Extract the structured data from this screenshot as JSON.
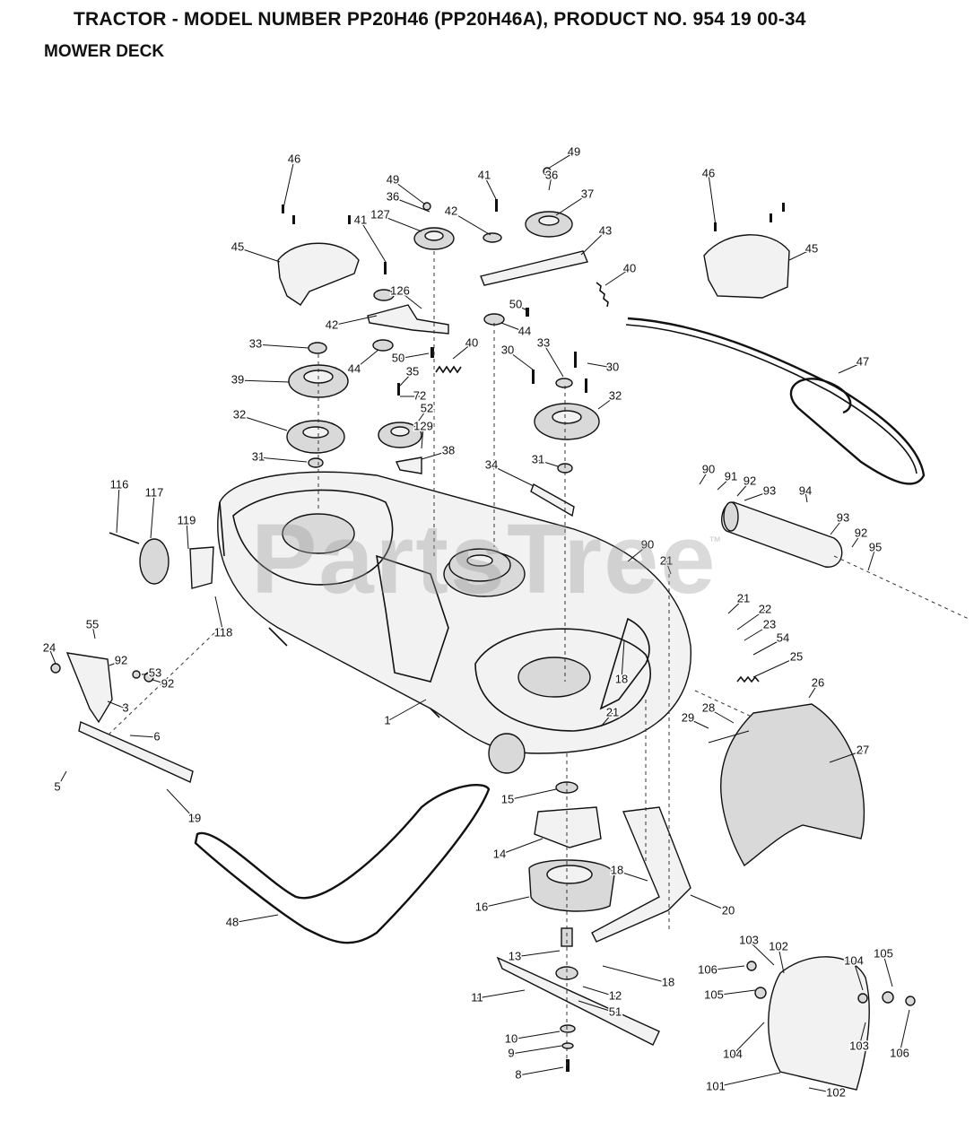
{
  "header": {
    "title": "TRACTOR - MODEL NUMBER PP20H46 (PP20H46A), PRODUCT NO. 954 19 00-34",
    "subtitle": "MOWER DECK"
  },
  "watermark": {
    "text": "PartsTree",
    "trademark": "™"
  },
  "callouts": [
    "46",
    "46",
    "49",
    "41",
    "36",
    "37",
    "49",
    "36",
    "127",
    "42",
    "43",
    "41",
    "45",
    "45",
    "40",
    "126",
    "50",
    "42",
    "44",
    "33",
    "44",
    "50",
    "40",
    "30",
    "33",
    "30",
    "35",
    "39",
    "72",
    "52",
    "32",
    "32",
    "129",
    "38",
    "31",
    "31",
    "47",
    "34",
    "90",
    "91",
    "92",
    "93",
    "94",
    "116",
    "117",
    "119",
    "90",
    "21",
    "93",
    "92",
    "95",
    "118",
    "21",
    "22",
    "55",
    "23",
    "24",
    "92",
    "54",
    "25",
    "53",
    "92",
    "3",
    "18",
    "26",
    "1",
    "21",
    "28",
    "29",
    "6",
    "27",
    "5",
    "15",
    "19",
    "14",
    "18",
    "16",
    "20",
    "48",
    "13",
    "103",
    "102",
    "106",
    "104",
    "105",
    "105",
    "11",
    "12",
    "18",
    "51",
    "10",
    "9",
    "104",
    "103",
    "106",
    "8",
    "101",
    "102"
  ]
}
